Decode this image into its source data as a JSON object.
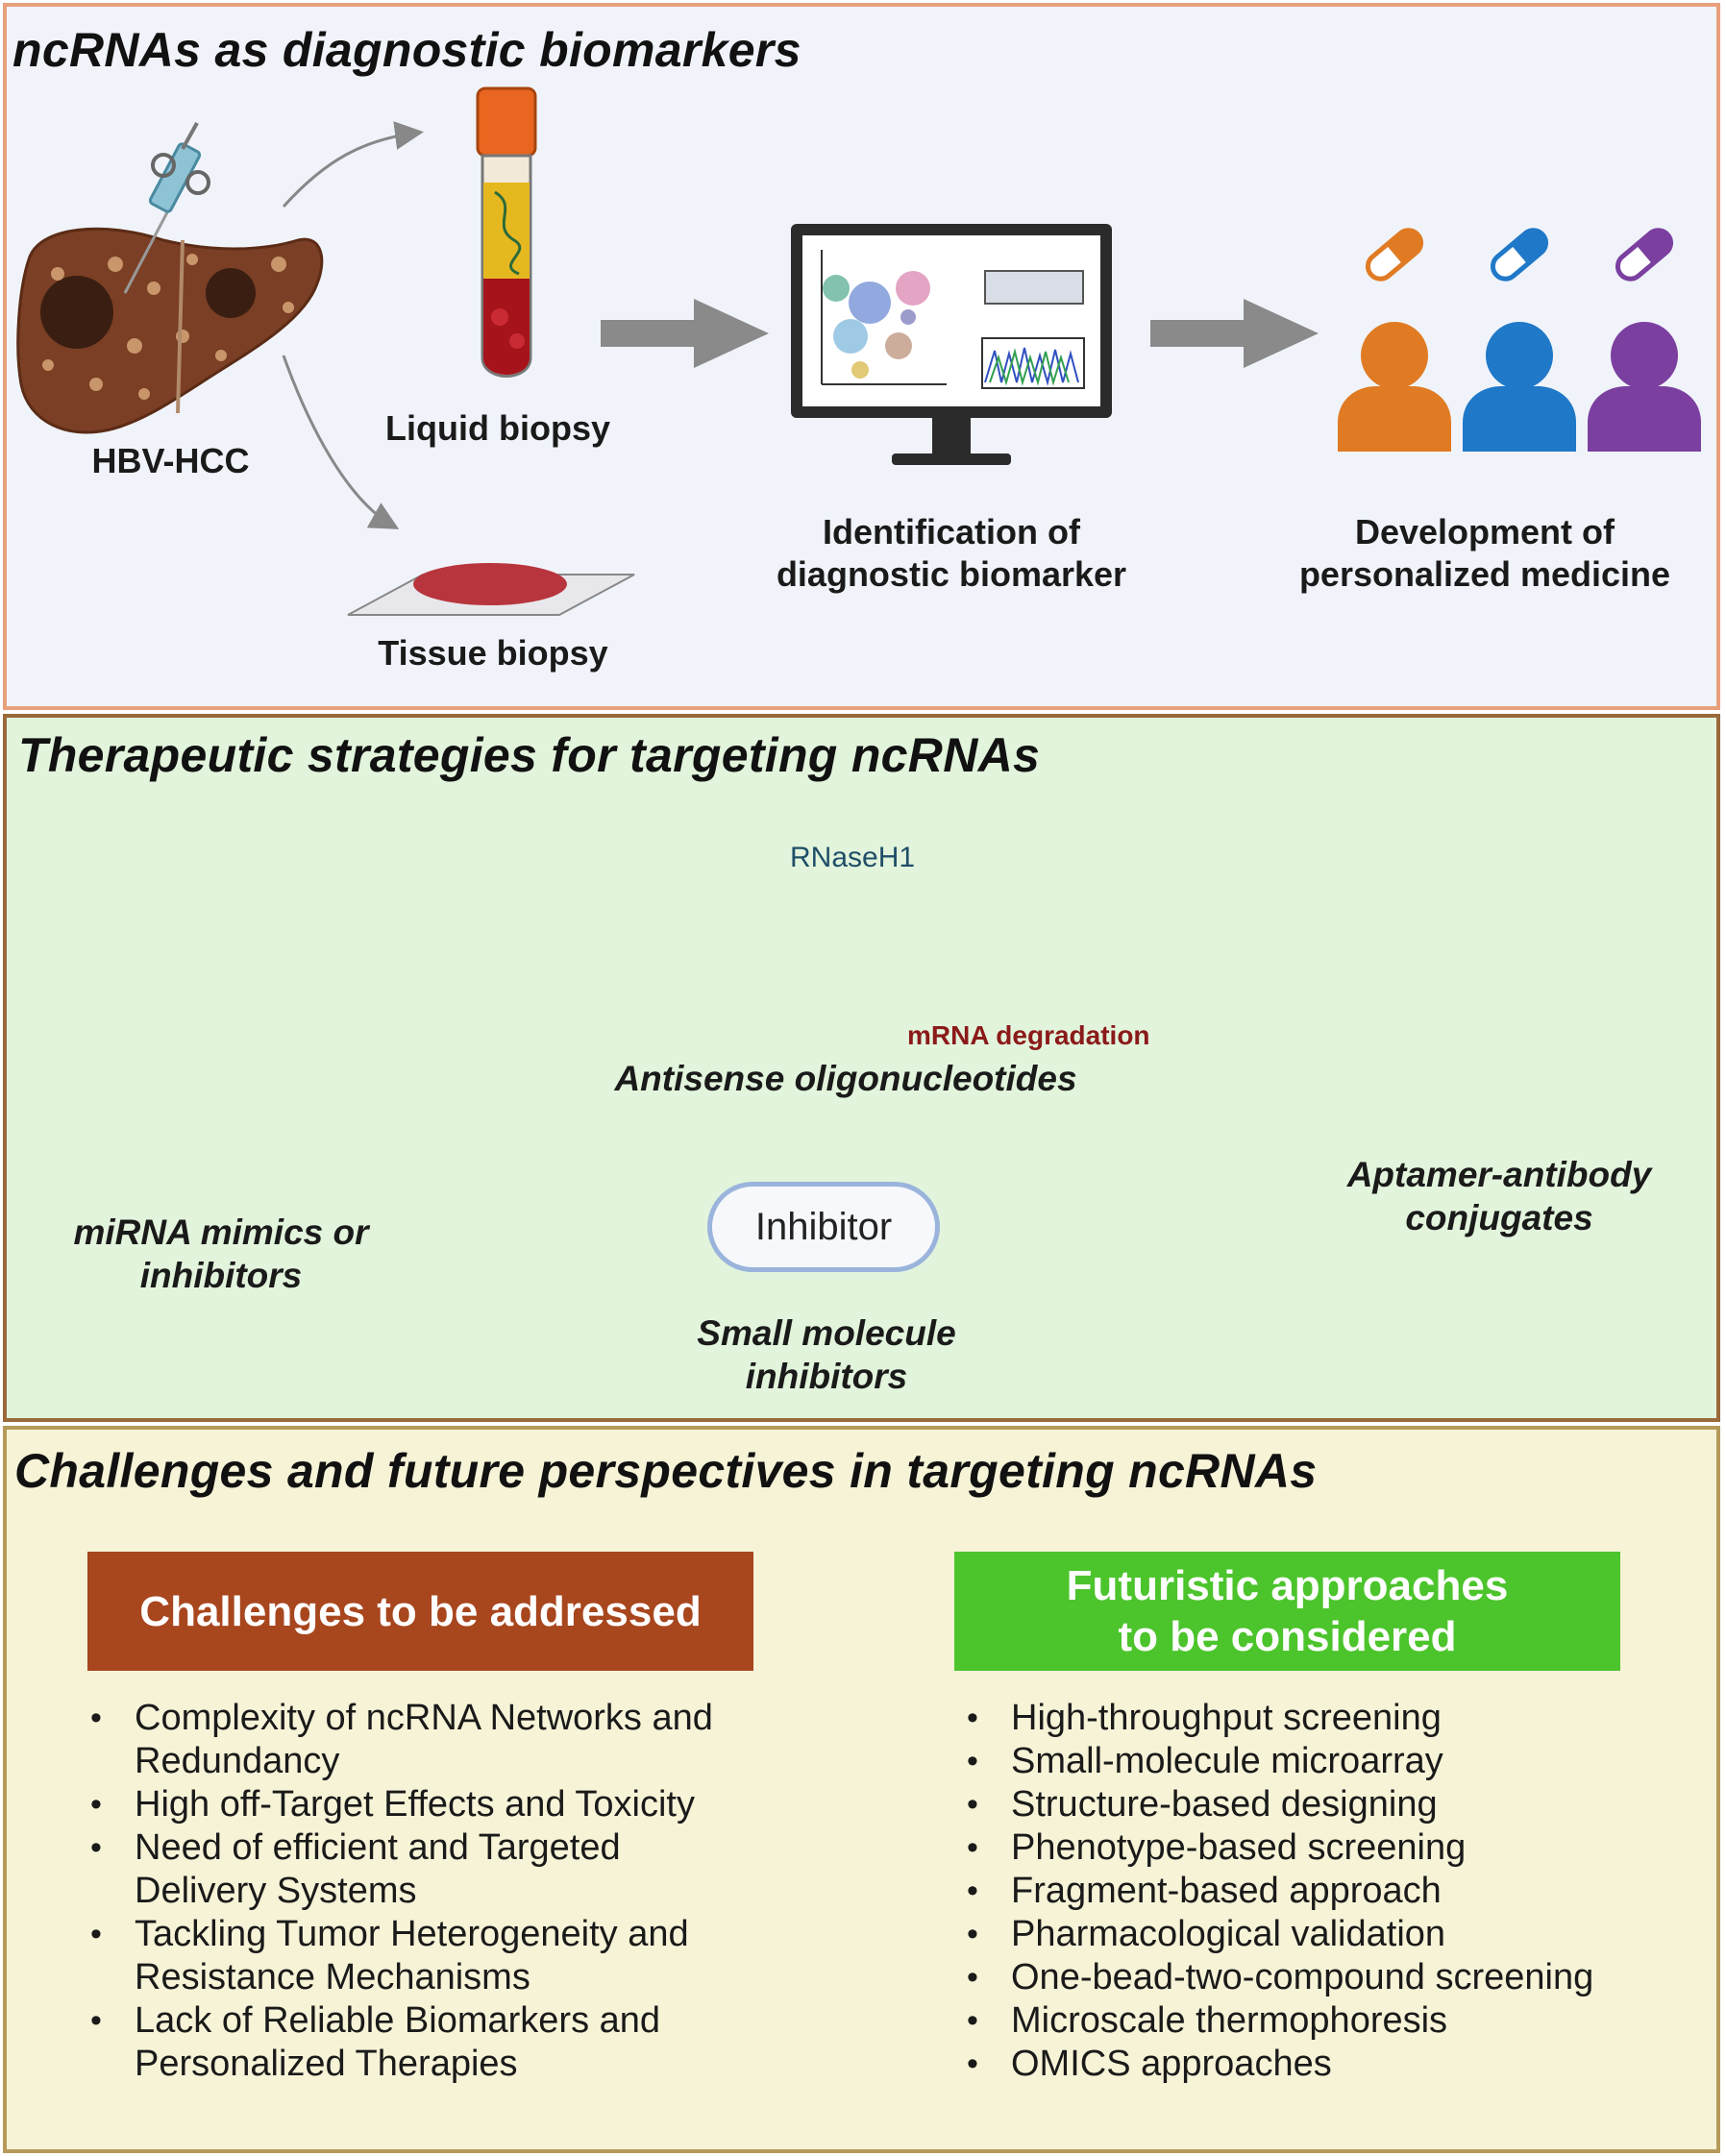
{
  "panel1": {
    "title": "ncRNAs as diagnostic biomarkers",
    "labels": {
      "hbv": "HBV-HCC",
      "liquid": "Liquid biopsy",
      "tissue": "Tissue biopsy",
      "ident_line1": "Identification of",
      "ident_line2": "diagnostic biomarker",
      "dev_line1": "Development of",
      "dev_line2": "personalized medicine"
    },
    "patient_colors": [
      "#e07b24",
      "#1f78c8",
      "#7b3fa0"
    ]
  },
  "panel2": {
    "title": "Therapeutic strategies for targeting ncRNAs",
    "rnase": "RNaseH1",
    "mrna_degradation": "mRNA degradation",
    "aso_line": "Antisense oligonucleotides",
    "mimics_line1": "miRNA mimics or",
    "mimics_line2": "inhibitors",
    "aptamer_line1": "Aptamer-antibody",
    "aptamer_line2": "conjugates",
    "inhibitor_pill": "Inhibitor",
    "small_line1": "Small molecule",
    "small_line2": "inhibitors"
  },
  "panel3": {
    "title": "Challenges and future perspectives in targeting ncRNAs",
    "challenges": {
      "header": "Challenges to be addressed",
      "color": "#a8461e",
      "items": [
        [
          "Complexity of ncRNA Networks and",
          "Redundancy"
        ],
        [
          "High off-Target Effects and Toxicity"
        ],
        [
          "Need of efficient and Targeted",
          "Delivery Systems"
        ],
        [
          "Tackling Tumor Heterogeneity and",
          "Resistance Mechanisms"
        ],
        [
          "Lack of Reliable Biomarkers and",
          "Personalized Therapies"
        ]
      ]
    },
    "future": {
      "header_line1": "Futuristic approaches",
      "header_line2": "to be considered",
      "color": "#4cc42c",
      "items": [
        "High-throughput screening",
        "Small-molecule microarray",
        "Structure-based designing",
        "Phenotype-based screening",
        "Fragment-based approach",
        "Pharmacological validation",
        "One-bead-two-compound screening",
        "Microscale thermophoresis",
        "OMICS approaches"
      ]
    }
  }
}
